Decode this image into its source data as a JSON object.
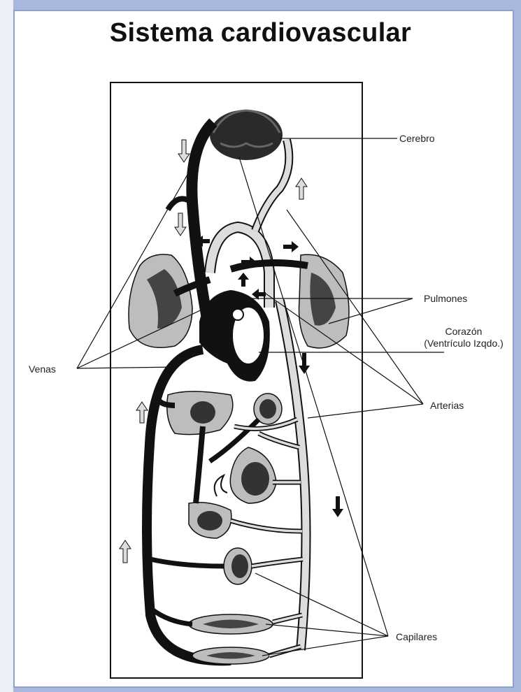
{
  "title": "Sistema cardiovascular",
  "labels": {
    "cerebro": "Cerebro",
    "pulmones": "Pulmones",
    "corazon_line1": "Corazón",
    "corazon_line2": "(Ventrículo Izqdo.)",
    "venas": "Venas",
    "arterias": "Arterias",
    "capilares": "Capilares"
  },
  "colors": {
    "page_border": "#a9b8dc",
    "vein": "#111111",
    "artery_fill": "#dddddd",
    "organ_fill": "#bdbdbd"
  }
}
